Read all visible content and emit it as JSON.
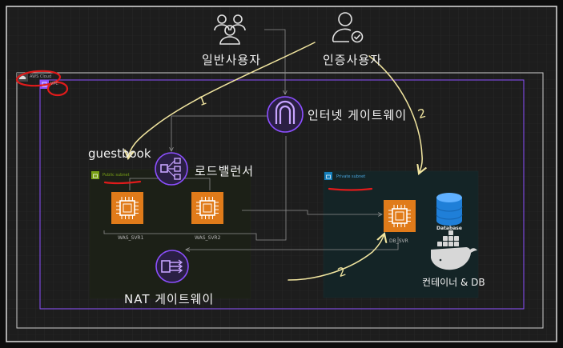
{
  "users": {
    "general_label": "일반사용자",
    "auth_label": "인증사용자"
  },
  "cloud": {
    "aws_label": "AWS Cloud",
    "vpc_label": "VPC"
  },
  "gateway": {
    "internet_label": "인터넷 게이트웨이",
    "nat_label": "NAT 게이트웨이"
  },
  "lb": {
    "label": "로드밸런서"
  },
  "public_subnet": {
    "title": "guestbook",
    "label": "Public subnet",
    "servers": [
      "WAS_SVR1",
      "WAS_SVR2"
    ]
  },
  "private_subnet": {
    "label": "Private subnet",
    "server": "DB_SVR",
    "database_label": "Database",
    "container_label": "컨테이너 & DB"
  },
  "annotations": {
    "step1": "1",
    "step2": "2",
    "step2b": "2"
  },
  "colors": {
    "background": "#1e1e1e",
    "grid": "#2b2b2b",
    "accent_orange": "#e07b1a",
    "accent_purple": "#8c4fff",
    "annotation_yellow": "#f2e6a0",
    "highlight_red": "#e01b1b",
    "public_subnet_border": "#7aa116",
    "private_subnet_border": "#147eba",
    "database_blue": "#1f7fd8"
  }
}
